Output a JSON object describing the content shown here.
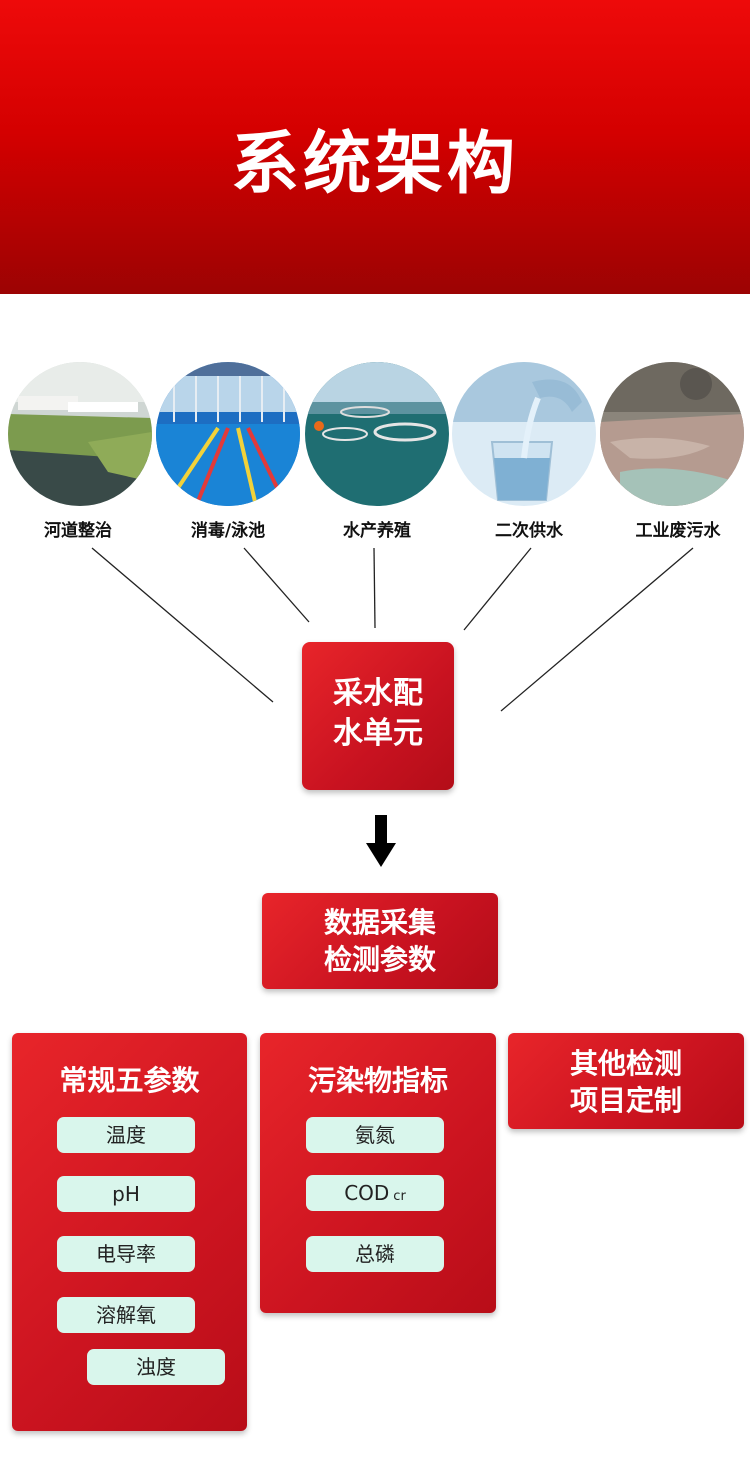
{
  "header": {
    "title": "系统架构"
  },
  "scenarios": [
    {
      "label": "河道整治"
    },
    {
      "label": "消毒/泳池"
    },
    {
      "label": "水产养殖"
    },
    {
      "label": "二次供水"
    },
    {
      "label": "工业废污水"
    }
  ],
  "unit": {
    "line1": "采水配",
    "line2": "水单元"
  },
  "data_collection": {
    "line1": "数据采集",
    "line2": "检测参数"
  },
  "groups": {
    "conventional": {
      "title": "常规五参数",
      "items": [
        "温度",
        "pH",
        "电导率",
        "溶解氧",
        "浊度"
      ]
    },
    "pollutants": {
      "title": "污染物指标",
      "items": [
        "氨氮",
        "COD",
        "总磷"
      ],
      "cod_subscript": "cr"
    },
    "custom": {
      "line1": "其他检测",
      "line2": "项目定制"
    }
  },
  "colors": {
    "banner_red": "#d40000",
    "box_red": "#c81220",
    "pill_mint": "#d9f6ec"
  }
}
